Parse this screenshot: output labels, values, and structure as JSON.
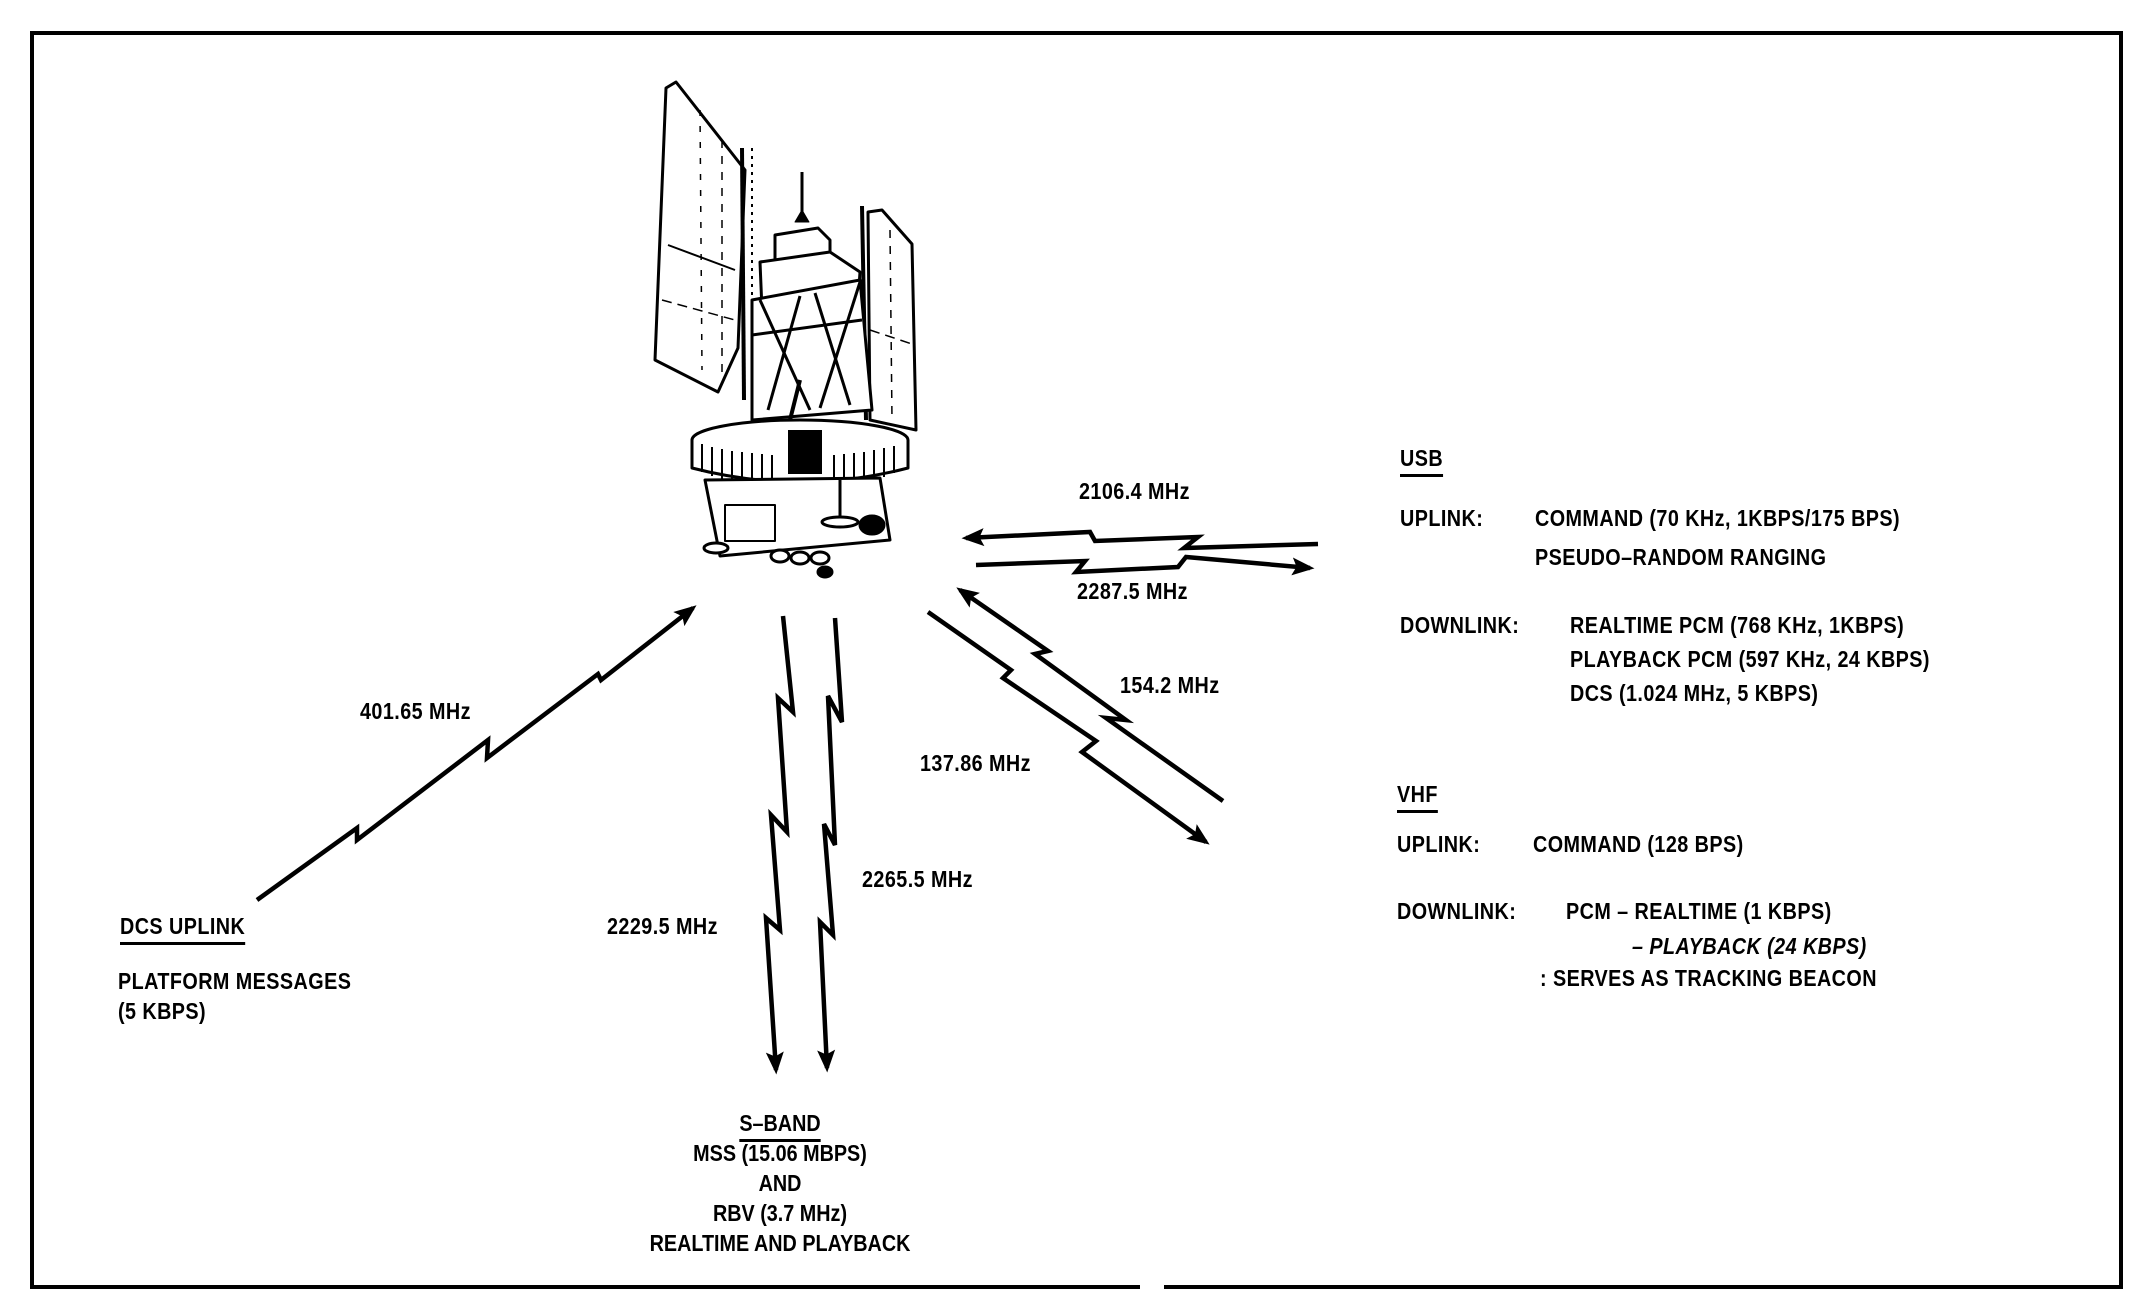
{
  "diagram": {
    "subject": "satellite-communications-links",
    "links": [
      {
        "id": "dcs-uplink",
        "frequency": "401.65 MHz",
        "direction": "ground-to-satellite"
      },
      {
        "id": "usb-uplink",
        "frequency": "2106.4 MHz",
        "direction": "ground-to-satellite"
      },
      {
        "id": "usb-downlink",
        "frequency": "2287.5 MHz",
        "direction": "satellite-to-ground"
      },
      {
        "id": "vhf-uplink",
        "frequency": "154.2 MHz",
        "direction": "ground-to-satellite"
      },
      {
        "id": "vhf-downlink",
        "frequency": "137.86 MHz",
        "direction": "satellite-to-ground"
      },
      {
        "id": "sband-downlink-1",
        "frequency": "2229.5 MHz",
        "direction": "satellite-to-ground"
      },
      {
        "id": "sband-downlink-2",
        "frequency": "2265.5 MHz",
        "direction": "satellite-to-ground"
      }
    ]
  },
  "freq_labels": {
    "f2106": "2106.4 MHz",
    "f2287": "2287.5 MHz",
    "f154": "154.2 MHz",
    "f137": "137.86 MHz",
    "f401": "401.65 MHz",
    "f2229": "2229.5 MHz",
    "f2265": "2265.5 MHz"
  },
  "dcs": {
    "title": "DCS UPLINK",
    "line1": "PLATFORM MESSAGES",
    "line2": "(5 KBPS)"
  },
  "sband": {
    "title": "S–BAND",
    "line1": "MSS (15.06 MBPS)",
    "line2": "AND",
    "line3": "RBV (3.7 MHz)",
    "line4": "REALTIME AND PLAYBACK"
  },
  "usb": {
    "title": "USB",
    "uplink_label": "UPLINK:",
    "uplink_lines": [
      "COMMAND (70 KHz, 1KBPS/175 BPS)",
      "PSEUDO–RANDOM RANGING"
    ],
    "downlink_label": "DOWNLINK:",
    "downlink_lines": [
      "REALTIME PCM (768 KHz, 1KBPS)",
      "PLAYBACK PCM (597 KHz, 24 KBPS)",
      "DCS (1.024 MHz, 5 KBPS)"
    ]
  },
  "vhf": {
    "title": "VHF",
    "uplink_label": "UPLINK:",
    "uplink_lines": [
      "COMMAND (128 BPS)"
    ],
    "downlink_label": "DOWNLINK:",
    "downlink_lines": [
      "PCM – REALTIME (1 KBPS)",
      "– PLAYBACK (24 KBPS)",
      ":  SERVES AS TRACKING BEACON"
    ]
  }
}
